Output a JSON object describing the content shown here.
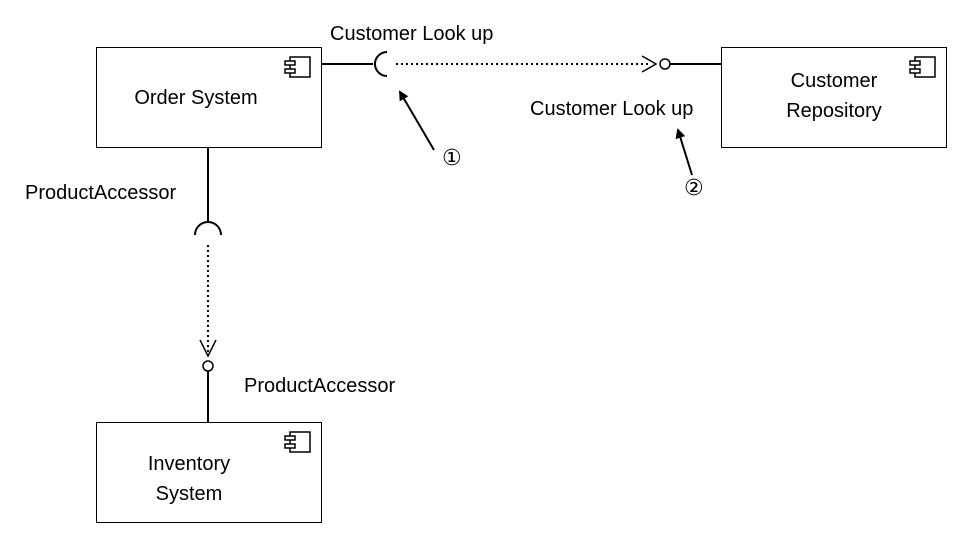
{
  "components": {
    "order": {
      "title": [
        "Order System"
      ]
    },
    "customer_repo": {
      "title": [
        "Customer",
        "Repository"
      ]
    },
    "inventory": {
      "title": [
        "Inventory",
        "System"
      ]
    }
  },
  "interfaces": {
    "customer_required_label": "Customer Look up",
    "customer_provided_label": "Customer Look up",
    "product_required_label": "ProductAccessor",
    "product_provided_label": "ProductAccessor"
  },
  "markers": {
    "m1": "①",
    "m2": "②"
  }
}
